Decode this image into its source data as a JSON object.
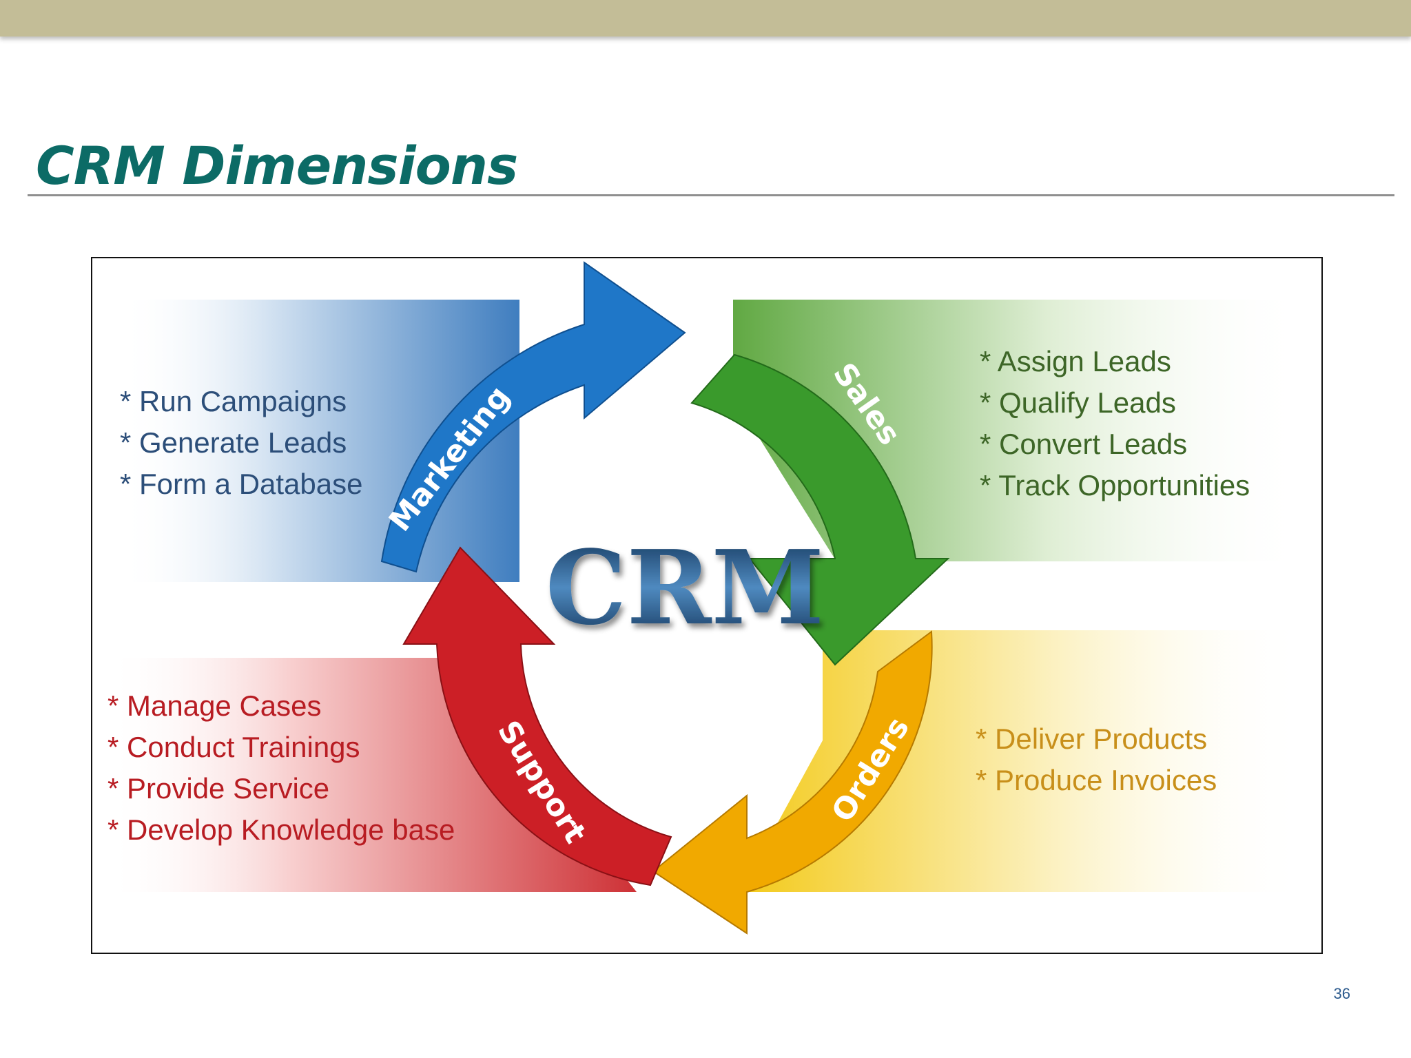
{
  "slide": {
    "title": "CRM Dimensions",
    "page_number": "36"
  },
  "diagram": {
    "center_label": "CRM",
    "colors": {
      "marketing": "#1f77c8",
      "sales": "#3a9a2c",
      "orders": "#f1a900",
      "support": "#cc1f26",
      "title": "#0c6b66",
      "center": "#1b4f7e"
    },
    "stages": [
      {
        "name": "Marketing",
        "tasks": [
          "* Run Campaigns",
          "* Generate Leads",
          "* Form a Database"
        ]
      },
      {
        "name": "Sales",
        "tasks": [
          "* Assign Leads",
          "* Qualify Leads",
          "* Convert Leads",
          "* Track Opportunities"
        ]
      },
      {
        "name": "Orders",
        "tasks": [
          "* Deliver Products",
          "* Produce Invoices"
        ]
      },
      {
        "name": "Support",
        "tasks": [
          "* Manage Cases",
          "* Conduct Trainings",
          "* Provide Service",
          "* Develop Knowledge base"
        ]
      }
    ]
  }
}
